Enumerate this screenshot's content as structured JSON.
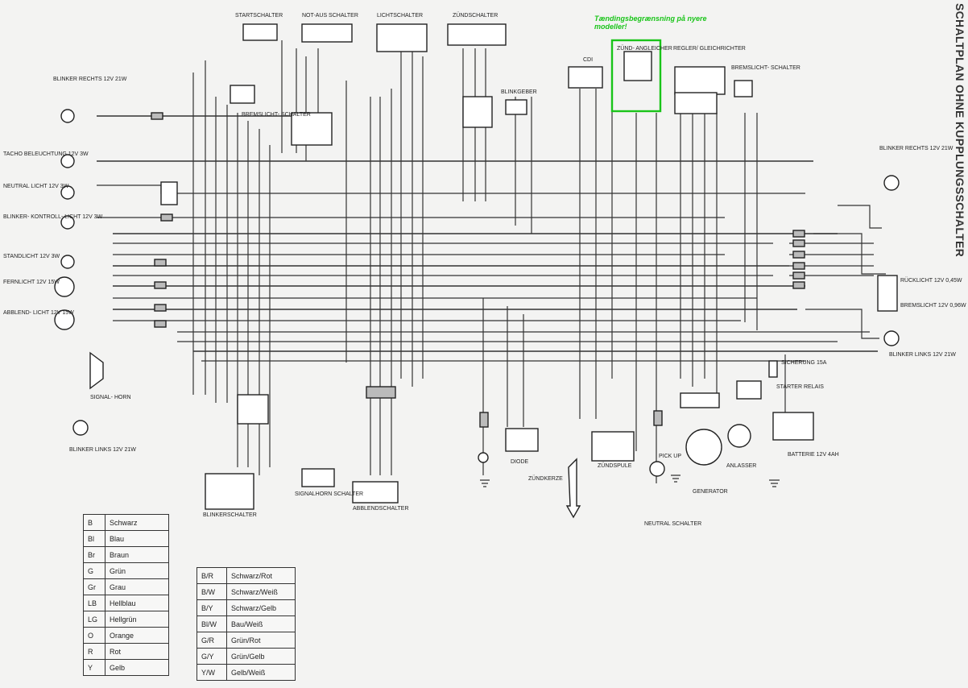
{
  "title": "SCHALTPLAN OHNE KUPPLUNGSSCHALTER",
  "annotation": {
    "text": "Tændingsbegrænsning på nyere modeller!",
    "highlight_color": "#19c419"
  },
  "components": {
    "startschalter": "STARTSCHALTER",
    "notaus": "NOT-AUS SCHALTER",
    "lichtschalter": "LICHTSCHALTER",
    "zuendschalter": "ZÜNDSCHALTER",
    "cdi": "CDI",
    "zuendangleicher": "ZÜND- ANGLEICHER",
    "regler": "REGLER/ GLEICHRICHTER",
    "bremslicht_hinten": "BREMSLICHT- SCHALTER",
    "bremslicht_vorne": "BREMSLICHT- SCHALTER",
    "blinkgeber": "BLINKGEBER",
    "blinker_rechts_vorne": "BLINKER RECHTS 12V 21W",
    "tacho": "TACHO BELEUCHTUNG 12V 3W",
    "neutral_licht": "NEUTRAL LICHT 12V 3W",
    "blinker_kontroll": "BLINKER- KONTROLL- LICHT 12V 3W",
    "standlicht": "STANDLICHT 12V 3W",
    "fernlicht": "FERNLICHT 12V 15W",
    "abblendlicht": "ABBLEND- LICHT 12V 15W",
    "signalhorn": "SIGNAL- HORN",
    "blinker_links_vorne": "BLINKER LINKS 12V 21W",
    "blinkerschalter": "BLINKERSCHALTER",
    "signalhorn_schalter": "SIGNALHORN SCHALTER",
    "abblendschalter": "ABBLENDSCHALTER",
    "diode": "DIODE",
    "zuendkerze": "ZÜNDKERZE",
    "zuendspule": "ZÜNDSPULE",
    "pickup": "PICK UP",
    "neutral_schalter": "NEUTRAL SCHALTER",
    "generator": "GENERATOR",
    "anlasser": "ANLASSER",
    "sicherung": "SICHERUNG 15A",
    "starter_relais": "STARTER RELAIS",
    "batterie": "BATTERIE 12V 4AH",
    "blinker_rechts_hinten": "BLINKER RECHTS 12V 21W",
    "ruecklicht": "RÜCKLICHT 12V 0,45W",
    "bremslicht": "BREMSLICHT 12V 0,96W",
    "blinker_links_hinten": "BLINKER LINKS 12V 21W"
  },
  "legend_single": [
    {
      "code": "B",
      "color": "Schwarz"
    },
    {
      "code": "Bl",
      "color": "Blau"
    },
    {
      "code": "Br",
      "color": "Braun"
    },
    {
      "code": "G",
      "color": "Grün"
    },
    {
      "code": "Gr",
      "color": "Grau"
    },
    {
      "code": "LB",
      "color": "Hellblau"
    },
    {
      "code": "LG",
      "color": "Hellgrün"
    },
    {
      "code": "O",
      "color": "Orange"
    },
    {
      "code": "R",
      "color": "Rot"
    },
    {
      "code": "Y",
      "color": "Gelb"
    }
  ],
  "legend_dual": [
    {
      "code": "B/R",
      "color": "Schwarz/Rot"
    },
    {
      "code": "B/W",
      "color": "Schwarz/Weiß"
    },
    {
      "code": "B/Y",
      "color": "Schwarz/Gelb"
    },
    {
      "code": "Bl/W",
      "color": "Bau/Weiß"
    },
    {
      "code": "G/R",
      "color": "Grün/Rot"
    },
    {
      "code": "G/Y",
      "color": "Grün/Gelb"
    },
    {
      "code": "Y/W",
      "color": "Gelb/Weiß"
    }
  ]
}
